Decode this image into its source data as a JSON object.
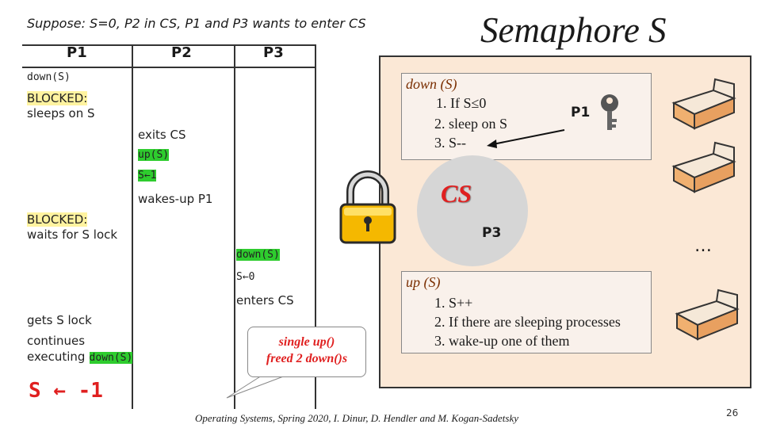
{
  "header": {
    "suppose": "Suppose: S=0, P2 in CS, P1 and P3 wants to enter CS",
    "title": "Semaphore S"
  },
  "table": {
    "columns": [
      "P1",
      "P2",
      "P3"
    ],
    "cells": {
      "p1_down": "down(S)",
      "p1_blocked1": "BLOCKED:",
      "p1_sleeps": "sleeps on S",
      "p2_exits": "exits CS",
      "p2_up": "up(S)",
      "p2_s_inc": "S←1",
      "p2_wakes": "wakes-up P1",
      "p1_blocked2": "BLOCKED:",
      "p1_waits": "waits for S lock",
      "p3_down": "down(S)",
      "p3_s_zero": "S←0",
      "p3_enters": "enters CS",
      "p1_gets": "gets S lock",
      "p1_continues": "continues",
      "p1_executing": "executing",
      "p1_down2": "down(S)",
      "result": "S ← -1"
    }
  },
  "semaphore": {
    "down_box": {
      "title": "down (S)",
      "line1": "1. If S≤0",
      "line2": "2.    sleep on S",
      "line3": "3. S--"
    },
    "up_box": {
      "title": "up (S)",
      "line1": "1. S++",
      "line2": "2. If there are sleeping processes",
      "line3": "3. wake-up one of them"
    },
    "cs_label": "CS",
    "p3_label": "P3",
    "p1_label": "P1",
    "ellipsis": "…",
    "icons": [
      "padlock-icon",
      "key-icon",
      "bed-icon"
    ]
  },
  "callout": {
    "line1": "single up()",
    "line2": "freed 2 down()s"
  },
  "footer": {
    "text": "Operating Systems, Spring 2020, I. Dinur, D. Hendler and M. Kogan-Sadetsky",
    "page": "26"
  },
  "colors": {
    "highlight_green": "#2ecc2e",
    "highlight_yellow": "#fff3a0",
    "accent_red": "#e02020",
    "semaphore_bg": "#fbe8d6"
  }
}
